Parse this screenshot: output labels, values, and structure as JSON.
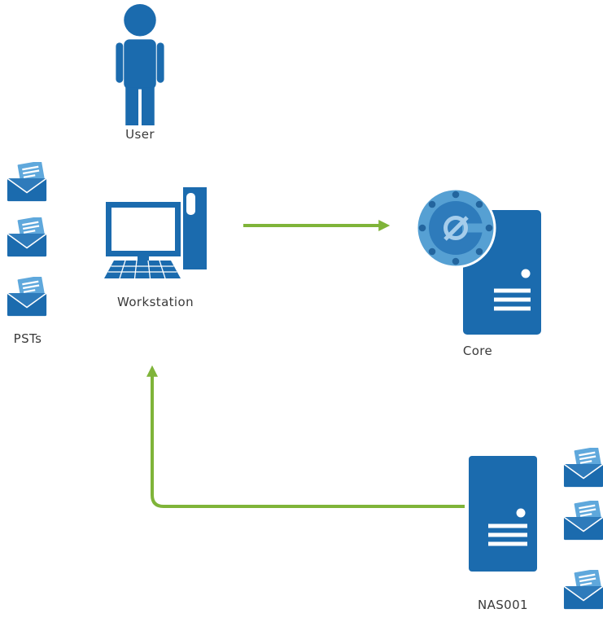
{
  "diagram": {
    "nodes": {
      "user": {
        "label": "User",
        "icon": "user-icon"
      },
      "workstation": {
        "label": "Workstation",
        "icon": "workstation-icon"
      },
      "psts": {
        "label": "PSTs",
        "icon": "envelope-icon",
        "envelope_count": 3
      },
      "core": {
        "label": "Core",
        "icon": "server-with-port-icon"
      },
      "nas001": {
        "label": "NAS001",
        "icon": "server-icon",
        "envelope_count": 3
      }
    },
    "edges": [
      {
        "from": "Workstation",
        "to": "Core",
        "style": "solid-green-arrow"
      },
      {
        "from": "NAS001",
        "to": "Workstation",
        "style": "solid-green-arrow"
      }
    ],
    "colors": {
      "primary_blue": "#1B6BAE",
      "mid_blue": "#2E7BBB",
      "light_blue": "#56A0D3",
      "paper_blue": "#5FA8DC",
      "bolt_blue": "#23659E",
      "accent_ring": "#A6CDEB",
      "arrow_green": "#7FB439",
      "label_text": "#3A3A3A",
      "background": "#FFFFFF"
    }
  }
}
